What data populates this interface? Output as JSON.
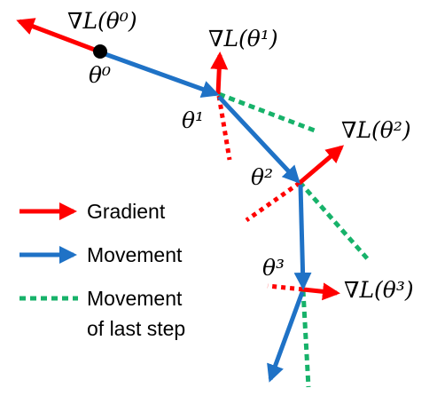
{
  "colors": {
    "gradient": "#ff0000",
    "movement": "#1f72c6",
    "last_step": "#17b26a",
    "point": "#000000"
  },
  "labels": {
    "grad0": "∇L(θ⁰)",
    "grad1": "∇L(θ¹)",
    "grad2": "∇L(θ²)",
    "grad3": "∇L(θ³)",
    "theta0": "θ⁰",
    "theta1": "θ¹",
    "theta2": "θ²",
    "theta3": "θ³"
  },
  "legend": {
    "gradient": "Gradient",
    "movement": "Movement",
    "last_step_line1": "Movement",
    "last_step_line2": "of last step"
  }
}
